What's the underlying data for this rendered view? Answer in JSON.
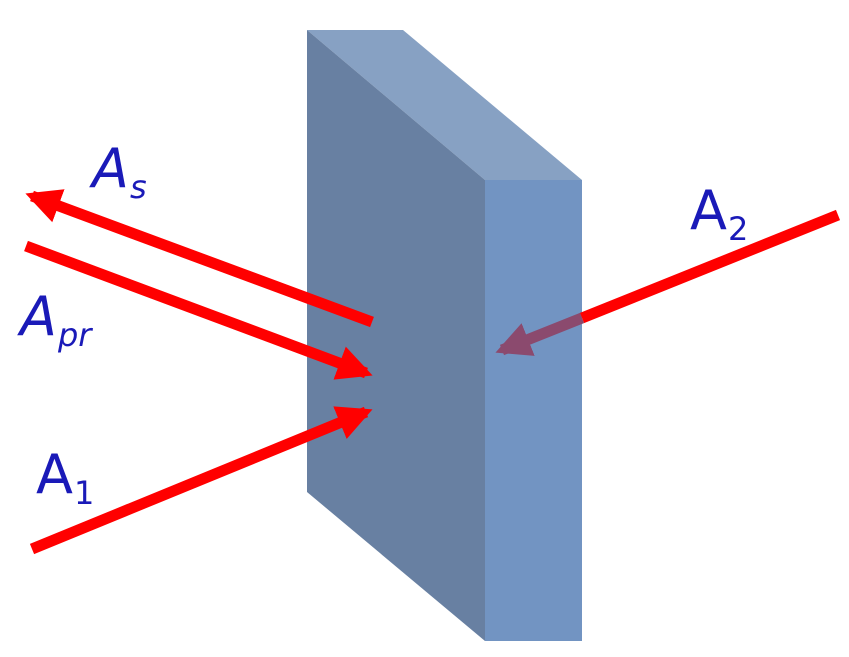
{
  "colors": {
    "background": "#ffffff",
    "slab_front": "#6880a2",
    "slab_top": "#87a1c3",
    "slab_side": "#7294c2",
    "beam": "#ff0000",
    "beam_through_slab": "#8b4a6e",
    "label": "#1a1ab8"
  },
  "labels": {
    "a_s": {
      "base": "A",
      "sub": "s"
    },
    "a_pr": {
      "base": "A",
      "sub": "pr"
    },
    "a_1": {
      "base": "A",
      "sub": "1"
    },
    "a_2": {
      "base": "A",
      "sub": "2"
    }
  }
}
